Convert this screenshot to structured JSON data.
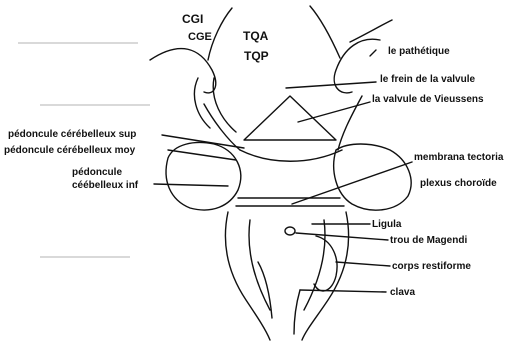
{
  "diagram": {
    "labels": {
      "cgi": "CGI",
      "cge": "CGE",
      "tqa": "TQA",
      "tqp": "TQP",
      "pathetique": "le pathétique",
      "frein_valvule": "le frein de la valvule",
      "valvule_vieussens": "la valvule de Vieussens",
      "pedoncule_sup": "pédoncule cérébelleux sup",
      "pedoncule_moy": "pédoncule cérébelleux moy",
      "pedoncule_inf_line1": "péd",
      "pedoncule_inf_line1b": "oncule",
      "pedoncule_inf_line2": "céébelleux inf",
      "membrana_tectoria": "membrana tectoria",
      "plexus_choroide": "plexus choroïde",
      "ligula": "Ligula",
      "trou_magendi": "trou de Magendi",
      "corps_restiforme": "corps restiforme",
      "clava": "clava"
    },
    "colors": {
      "ink": "#111111",
      "paper": "#ffffff",
      "ghost": "#d9d9d9"
    }
  }
}
